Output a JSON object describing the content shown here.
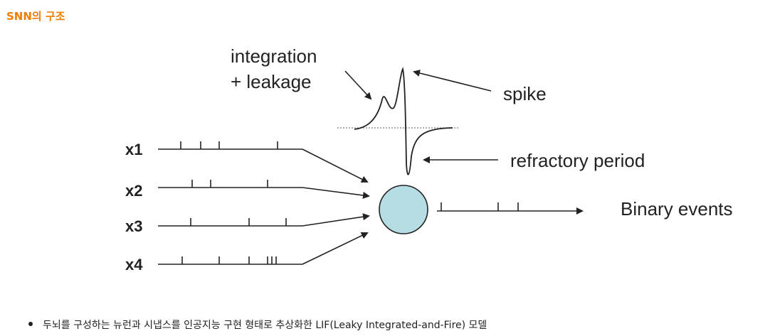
{
  "heading": "SNN의 구조",
  "diagram": {
    "inputs": [
      "x1",
      "x2",
      "x3",
      "x4"
    ],
    "labels": {
      "integration": "integration",
      "leakage": "+ leakage",
      "spike": "spike",
      "refractory": "refractory period",
      "output": "Binary events"
    },
    "colors": {
      "neuron_fill": "#b5dde3",
      "line": "#222222",
      "heading": "#f07d00"
    }
  },
  "bullets": [
    "두뇌를 구성하는 뉴런과 시냅스를 인공지능 구현 형태로 추상화한 LIF(Leaky Integrated-and-Fire) 모델"
  ]
}
